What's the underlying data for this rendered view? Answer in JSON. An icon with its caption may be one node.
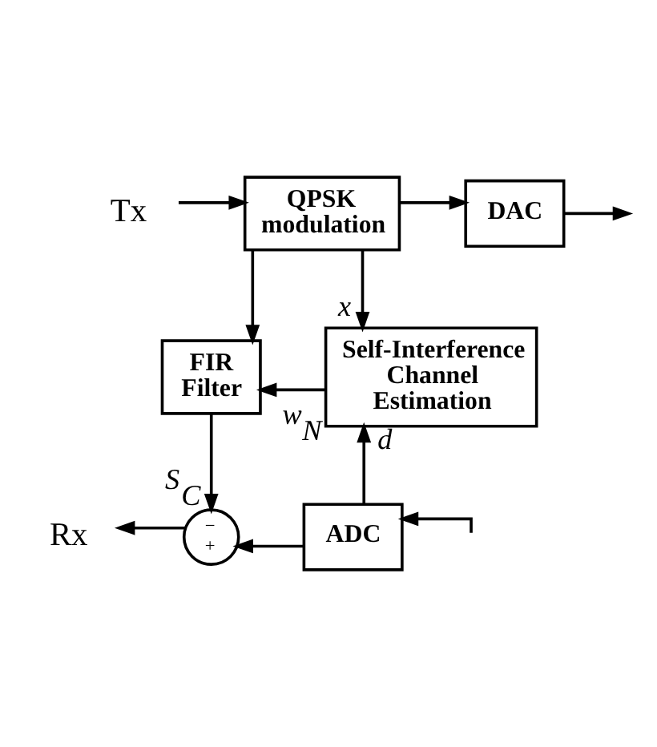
{
  "diagram": {
    "nodes": [
      {
        "text": [
          "Tx"
        ]
      },
      {
        "text": [
          "QPSK modulation"
        ]
      },
      {
        "text": [
          "DAC"
        ]
      },
      {
        "text": [
          "FIR Filter"
        ]
      },
      {
        "text": [
          "Self-Interference Channel Estimation"
        ]
      },
      {
        "text": [
          "−",
          "+"
        ]
      },
      {
        "text": [
          "ADC"
        ]
      },
      {
        "text": [
          "Rx"
        ]
      }
    ],
    "edges": [
      {
        "from": 0,
        "to": 1,
        "arrow": "to"
      },
      {
        "from": 1,
        "to": 2,
        "arrow": "to"
      },
      {
        "from": 2,
        "to": null,
        "arrow": "to"
      },
      {
        "from": 1,
        "to": 3,
        "arrow": "to"
      },
      {
        "from": 1,
        "to": 4,
        "arrow": "to",
        "label": "x"
      },
      {
        "from": 4,
        "to": 3,
        "arrow": "to",
        "label": "w$_{N}$"
      },
      {
        "from": 3,
        "to": 5,
        "arrow": "to",
        "label": "S$_{C}$"
      },
      {
        "from": null,
        "to": 6,
        "arrow": "to"
      },
      {
        "from": 6,
        "to": 5,
        "arrow": "to"
      },
      {
        "from": 6,
        "to": 4,
        "arrow": "to",
        "label": "d"
      },
      {
        "from": 5,
        "to": 7,
        "arrow": "to"
      }
    ]
  }
}
